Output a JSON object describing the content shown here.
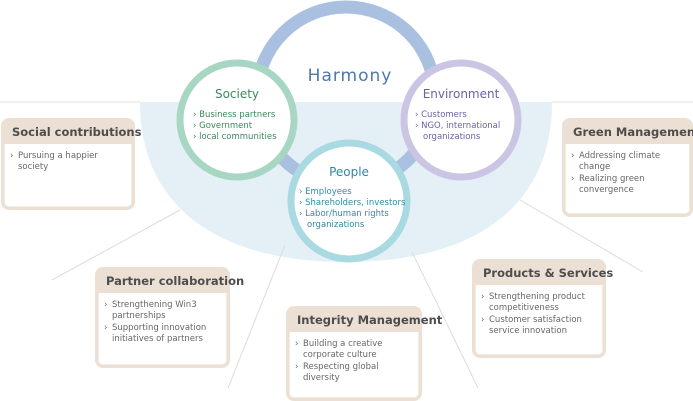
{
  "center": {
    "title": "Harmony"
  },
  "circles": {
    "society": {
      "title": "Society",
      "items": [
        "Business partners",
        "Government",
        "local communities"
      ],
      "color": "#a7d6c2",
      "title_color": "#3a8a5c"
    },
    "environment": {
      "title": "Environment",
      "items": [
        "Customers",
        "NGO, international",
        "organizations"
      ],
      "color": "#cbc5e4",
      "title_color": "#6c62a8"
    },
    "people": {
      "title": "People",
      "items": [
        "Employees",
        "Shareholders, investors",
        "Labor/human rights",
        "organizations"
      ],
      "color": "#a9d9e1",
      "title_color": "#2e8aa3"
    }
  },
  "ring_color": "#a9c0e0",
  "band_color": "#e4f0f6",
  "cards": {
    "social": {
      "title": "Social contributions",
      "items": [
        "Pursuing a happier society"
      ]
    },
    "green": {
      "title": "Green Management",
      "items": [
        "Addressing climate change",
        "Realizing green convergence"
      ]
    },
    "partner": {
      "title": "Partner collaboration",
      "items": [
        "Strengthening Win3 partnerships",
        "Supporting innovation initiatives of partners"
      ]
    },
    "integrity": {
      "title": "Integrity Management",
      "items": [
        "Building a creative corporate culture",
        "Respecting global diversity"
      ]
    },
    "products": {
      "title": "Products & Services",
      "items": [
        "Strengthening product competitiveness",
        "Customer satisfaction service innovation"
      ]
    }
  }
}
